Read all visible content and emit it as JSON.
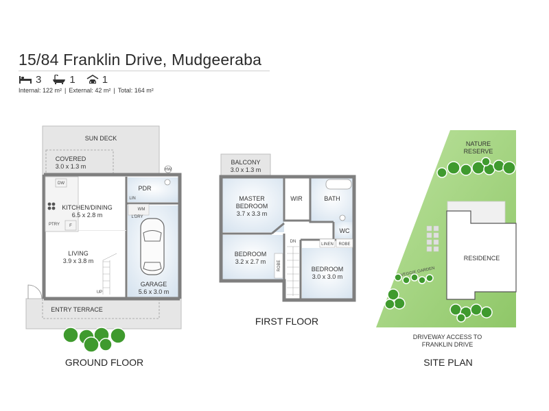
{
  "header": {
    "title": "15/84 Franklin Drive, Mudgeeraba",
    "bedrooms": "3",
    "bathrooms": "1",
    "car_spaces": "1",
    "areas": {
      "internal": "Internal: 122 m²",
      "external": "External: 42 m²",
      "total": "Total: 164 m²",
      "separator": "|"
    }
  },
  "ground_floor": {
    "caption": "GROUND FLOOR",
    "sun_deck": "SUN DECK",
    "covered": "COVERED",
    "covered_dim": "3.0 x 1.3 m",
    "kitchen": "KITCHEN/DINING",
    "kitchen_dim": "6.5 x 2.8 m",
    "living": "LIVING",
    "living_dim": "3.9 x 3.8 m",
    "garage": "GARAGE",
    "garage_dim": "5.6 x 3.0 m",
    "pdr": "PDR",
    "entry": "ENTRY TERRACE",
    "dw": "DW",
    "ptry": "PTRY",
    "f": "F",
    "lin": "LIN",
    "wm": "WM",
    "ldry": "L'DRY",
    "hw": "HW",
    "up": "UP"
  },
  "first_floor": {
    "caption": "FIRST FLOOR",
    "balcony": "BALCONY",
    "balcony_dim": "3.0 x 1.3 m",
    "master": "MASTER",
    "master2": "BEDROOM",
    "master_dim": "3.7 x 3.3 m",
    "wir": "WIR",
    "bath": "BATH",
    "wc": "WC",
    "linen": "LINEN",
    "robe": "ROBE",
    "bed2": "BEDROOM",
    "bed2_dim": "3.2 x 2.7 m",
    "bed3": "BEDROOM",
    "bed3_dim": "3.0 x 3.0 m",
    "robe_v": "ROBE",
    "dn": "DN"
  },
  "site_plan": {
    "caption": "SITE PLAN",
    "nature": "NATURE",
    "reserve": "RESERVE",
    "residence": "RESIDENCE",
    "veggie": "VEGGIE GARDEN",
    "driveway1": "DRIVEWAY ACCESS TO",
    "driveway2": "FRANKLIN DRIVE"
  },
  "colors": {
    "wall": "#7f7f7f",
    "floor": "#ffffff",
    "blue_wash": "#dde8f2",
    "grass": "#9fd07a",
    "tree": "#3f9a2e"
  }
}
